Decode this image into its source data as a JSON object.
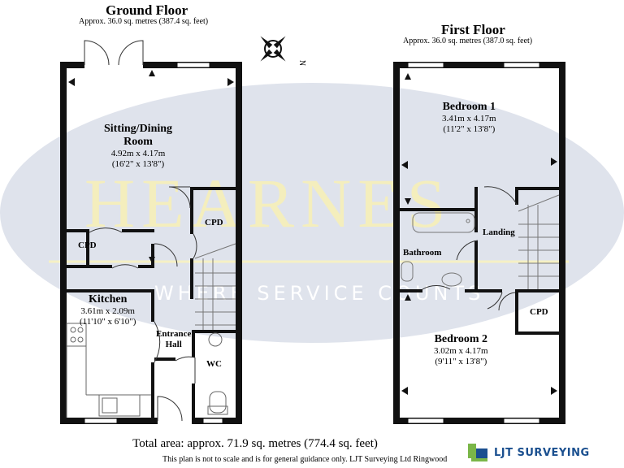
{
  "watermark": {
    "brand": "HEARNES",
    "tagline": "WHERE SERVICE COUNTS",
    "ellipse_color": "#dfe3ec",
    "text_color": "#f4eebd"
  },
  "compass": {
    "icon": "compass-rose-icon",
    "north_label": "N"
  },
  "ground_floor": {
    "title": "Ground Floor",
    "area": "Approx. 36.0 sq. metres (387.4 sq. feet)",
    "rooms": [
      {
        "name": "Sitting/Dining",
        "name2": "Room",
        "metric": "4.92m x 4.17m",
        "imperial": "(16'2\" x 13'8\")"
      },
      {
        "name": "Kitchen",
        "metric": "3.61m x 2.09m",
        "imperial": "(11'10\" x 6'10\")"
      },
      {
        "name": "Entrance",
        "name2": "Hall"
      },
      {
        "name": "WC"
      },
      {
        "name": "CPD"
      },
      {
        "name": "CPD"
      }
    ]
  },
  "first_floor": {
    "title": "First Floor",
    "area": "Approx. 36.0 sq. metres (387.0 sq. feet)",
    "rooms": [
      {
        "name": "Bedroom 1",
        "metric": "3.41m x 4.17m",
        "imperial": "(11'2\" x 13'8\")"
      },
      {
        "name": "Bedroom 2",
        "metric": "3.02m x 4.17m",
        "imperial": "(9'11\" x 13'8\")"
      },
      {
        "name": "Bathroom"
      },
      {
        "name": "Landing"
      },
      {
        "name": "CPD"
      }
    ]
  },
  "footer": {
    "total": "Total area: approx. 71.9 sq. metres (774.4 sq. feet)",
    "disclaimer": "This plan is not to scale and is for general guidance only. LJT Surveying Ltd Ringwood",
    "logo_text": "LJT SURVEYING",
    "logo_color": "#1a4f8f",
    "logo_accent": "#7ab648"
  },
  "colors": {
    "wall": "#111111",
    "window": "#ffffff",
    "fixture": "#555555"
  }
}
